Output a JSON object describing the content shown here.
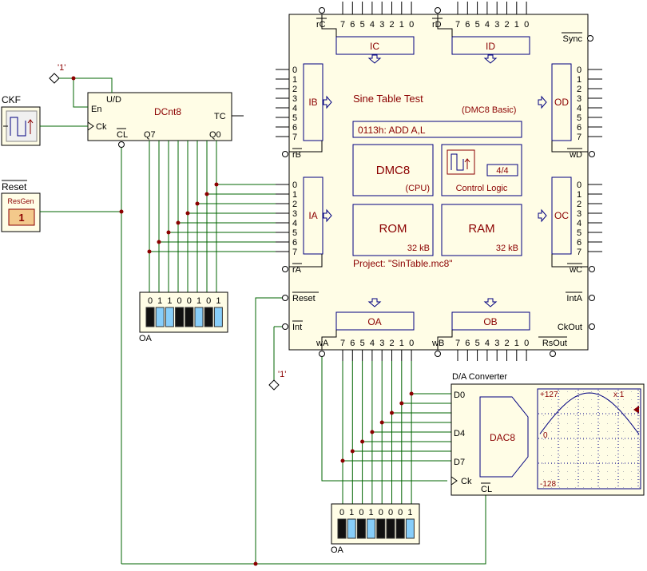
{
  "title": "Sine Table Test",
  "subtitle": "(DMC8 Basic)",
  "instruction": "0113h:  ADD  A,L",
  "project": "Project:  \"SinTable.mc8\"",
  "cpu": {
    "name": "DMC8",
    "sub": "(CPU)"
  },
  "control_logic": {
    "label": "Control Logic",
    "counter": "4/4"
  },
  "rom": {
    "name": "ROM",
    "size": "32 kB"
  },
  "ram": {
    "name": "RAM",
    "size": "32 kB"
  },
  "ports": {
    "ic": "IC",
    "id": "ID",
    "ib": "IB",
    "od": "OD",
    "ia": "IA",
    "oc": "OC",
    "oa": "OA",
    "ob": "OB"
  },
  "cpu_pins": {
    "rc": "rC",
    "rd": "rD",
    "sync": "Sync",
    "rb": "rB",
    "wd": "wD",
    "ra": "rA",
    "wc": "wC",
    "reset": "Reset",
    "inta": "IntA",
    "int": "Int",
    "ckout": "CkOut",
    "wa": "wA",
    "wb": "wB",
    "rsout": "RsOut"
  },
  "bits_desc": [
    "7",
    "6",
    "5",
    "4",
    "3",
    "2",
    "1",
    "0"
  ],
  "bits_asc": [
    "0",
    "1",
    "2",
    "3",
    "4",
    "5",
    "6",
    "7"
  ],
  "ckf": {
    "label": "CKF"
  },
  "reset_gen": {
    "label": "Reset",
    "name": "ResGen",
    "value": "1"
  },
  "const_one": "'1'",
  "counter": {
    "name": "DCnt8",
    "en": "En",
    "ud": "U/D",
    "ck": "Ck",
    "tc": "TC",
    "cl": "CL",
    "q7": "Q7",
    "q0": "Q0"
  },
  "display1": {
    "digits": [
      "0",
      "1",
      "1",
      "0",
      "0",
      "1",
      "0",
      "1"
    ],
    "label": "OA"
  },
  "display2": {
    "digits": [
      "0",
      "1",
      "0",
      "1",
      "0",
      "0",
      "0",
      "1"
    ],
    "label": "OA"
  },
  "dac": {
    "title": "D/A Converter",
    "name": "DAC8",
    "pins": {
      "d0": "D0",
      "d4": "D4",
      "d7": "D7",
      "ck": "Ck",
      "cl": "CL"
    },
    "scope": {
      "top": "+127",
      "mid": "0",
      "bottom": "-128",
      "zoom": "x 1"
    }
  },
  "colors": {
    "wire": "#006400",
    "label": "#8b0000",
    "block": "#000080",
    "panel": "#fffde6",
    "led": "#87cefa"
  }
}
